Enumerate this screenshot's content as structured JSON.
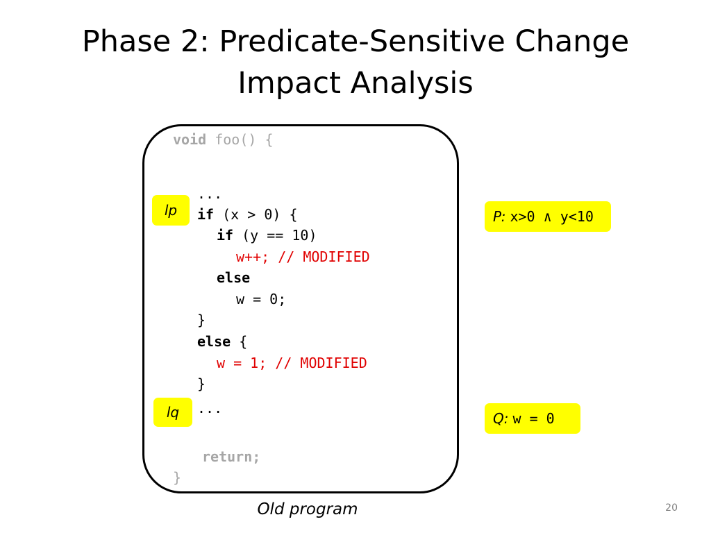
{
  "slide": {
    "title_line1": "Phase 2: Predicate-Sensitive Change",
    "title_line2": "Impact Analysis",
    "caption": "Old program",
    "page_number": "20"
  },
  "code": {
    "void": "void",
    "foo": " foo() {",
    "dots1": "...",
    "if1": "if",
    "if1_rest": " (x > 0) {",
    "if2": "if",
    "if2_rest": " (y == 10)",
    "wpp": "w++; // MODIFIED",
    "else1": "else",
    "w0": "w = 0;",
    "close1": "}",
    "else2": "else",
    "else2_rest": " {",
    "w1": "w = 1; // MODIFIED",
    "close2": "}",
    "dots2": "...",
    "return": "return;",
    "close3": "}"
  },
  "labels": {
    "lp": "lp",
    "lq": "lq"
  },
  "predicates": {
    "p_name": "P:",
    "p_expr": "x>0 ∧ y<10",
    "q_name": "Q:",
    "q_expr": "w = 0"
  },
  "colors": {
    "highlight": "#ffff00",
    "modified": "#e00000",
    "faded": "#a6a6a6"
  }
}
